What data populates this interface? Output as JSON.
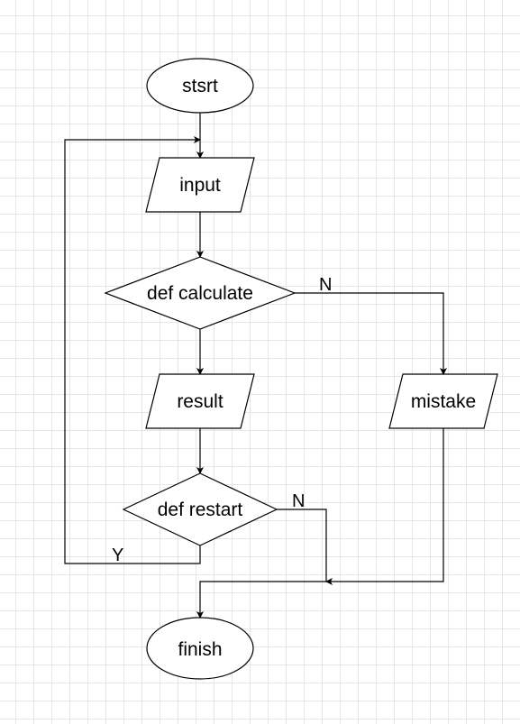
{
  "flowchart": {
    "nodes": {
      "start": {
        "label": "stsrt",
        "shape": "ellipse"
      },
      "input": {
        "label": "input",
        "shape": "parallelogram"
      },
      "calculate": {
        "label": "def calculate",
        "shape": "diamond"
      },
      "result": {
        "label": "result",
        "shape": "parallelogram"
      },
      "mistake": {
        "label": "mistake",
        "shape": "parallelogram"
      },
      "restart": {
        "label": "def restart",
        "shape": "diamond"
      },
      "finish": {
        "label": "finish",
        "shape": "ellipse"
      }
    },
    "edge_labels": {
      "calculate_no": "N",
      "restart_no": "N",
      "restart_yes": "Y"
    },
    "colors": {
      "stroke": "#000000",
      "fill": "#ffffff",
      "grid": "#e6e6e6"
    }
  }
}
